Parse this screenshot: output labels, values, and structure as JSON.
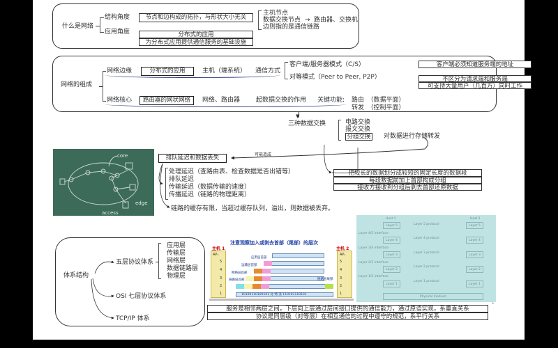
{
  "section1": {
    "root": "什么是网络",
    "structure_label": "结构角度",
    "structure_box": "节点和边构成的拓扑，与形状大小无关",
    "structure_items": [
      "主机节点",
      "数据交换节点",
      "边则指的是通信链路"
    ],
    "switch_node_arrow_text": "路由器、交换机",
    "application_label": "应用角度",
    "application_boxes": [
      "分布式的应用",
      "为分布式应用提供通信服务的基础设施"
    ]
  },
  "section2": {
    "root": "网络的组成",
    "edge_label": "网络边缘",
    "edge_box": "分布式的应用",
    "edge_host": "主机（端系统）",
    "comm_mode": "通信方式",
    "modes": [
      "客户端/服务器模式（C/S）",
      "对等模式（Peer to Peer, P2P）"
    ],
    "cs_box": "客户端必须知道服务端的地址",
    "p2p_boxes": [
      "不区分为请求端和服务端",
      "可支持大量用户（几百万）同时工作"
    ],
    "core_label": "网络核心",
    "core_box": "路由器的网状网络",
    "core_items": [
      "网络、路由器",
      "起数据交换的作用"
    ],
    "key_function_label": "关键功能:",
    "key_functions": [
      "路由　（数据平面）",
      "转发　（控制平面）"
    ]
  },
  "section3": {
    "three_switching": "三种数据交换",
    "switching_types": [
      "电路交换",
      "报文交换",
      "分组交换"
    ],
    "packet_note": "对数据进行存储转发",
    "may_cause": "可能造成",
    "queue_box": "排队延迟和数据丢失",
    "delays": [
      "处理延迟（查路由表、检查数据是否出错等）",
      "排队延迟",
      "传输延迟（数据传输的速度）",
      "传播延迟（链路的物理距离）"
    ],
    "buffer_note": "链路的缓存有限，当超过缓存队列，溢出，则数据被丢弃。",
    "packet_boxes": [
      "把较长的数据划分成较短的固定长度的数据段",
      "每段数据前加上首部构成分组",
      "接收方接收到分组后剥去首部还原数据"
    ]
  },
  "chalkboard": {
    "labels": [
      "core",
      "edge",
      "access"
    ]
  },
  "section4": {
    "root": "体系结构",
    "branches": [
      "五层协议体系",
      "OSI 七层协议体系",
      "TCP/IP 体系"
    ],
    "five_layers": [
      "应用层",
      "传输层",
      "网络层",
      "数据链路层",
      "物理层"
    ]
  },
  "stack_figure": {
    "title": "注意观察加入或剥去首部（尾部）的层次",
    "host1": "主机 1",
    "host2": "主机 2",
    "ap": "AP₁",
    "layers": [
      "5",
      "4",
      "3",
      "2",
      "1"
    ],
    "header_labels": [
      "应用层首部",
      "运输层首部",
      "网络层首部",
      "链路层首部",
      "链路层尾部"
    ],
    "data_label": "应用程序数据",
    "bits": "10100110100101 比 特 流 110101110101"
  },
  "osi_figure": {
    "host1": "Host 1",
    "host2": "Host 2",
    "layers": [
      "Layer 5",
      "Layer 4",
      "Layer 3",
      "Layer 2",
      "Layer 1"
    ],
    "protocols": [
      "Layer 5 protocol",
      "Layer 4 protocol",
      "Layer 3 protocol",
      "Layer 2 protocol",
      "Layer 1 protocol"
    ],
    "interfaces": [
      "Layer 4/5 interface",
      "Layer 3/4 interface",
      "Layer 2/3 interface",
      "Layer 1/2 interface"
    ],
    "medium": "Physical medium"
  },
  "bottom_boxes": [
    "服务是相邻两层之间，下层向上层通过层间接口提供的通信能力，通过原语实现，系垂直关系",
    "协议是同层级（对等层）在相互通信的过程中遵守的规范，系平行关系"
  ],
  "colors": {
    "background": "#000000",
    "page": "#ffffff",
    "wavy_underline": "#2a3a7a",
    "chalkboard": "#3d6b5a",
    "osi_bg": "#bfe3e3"
  }
}
